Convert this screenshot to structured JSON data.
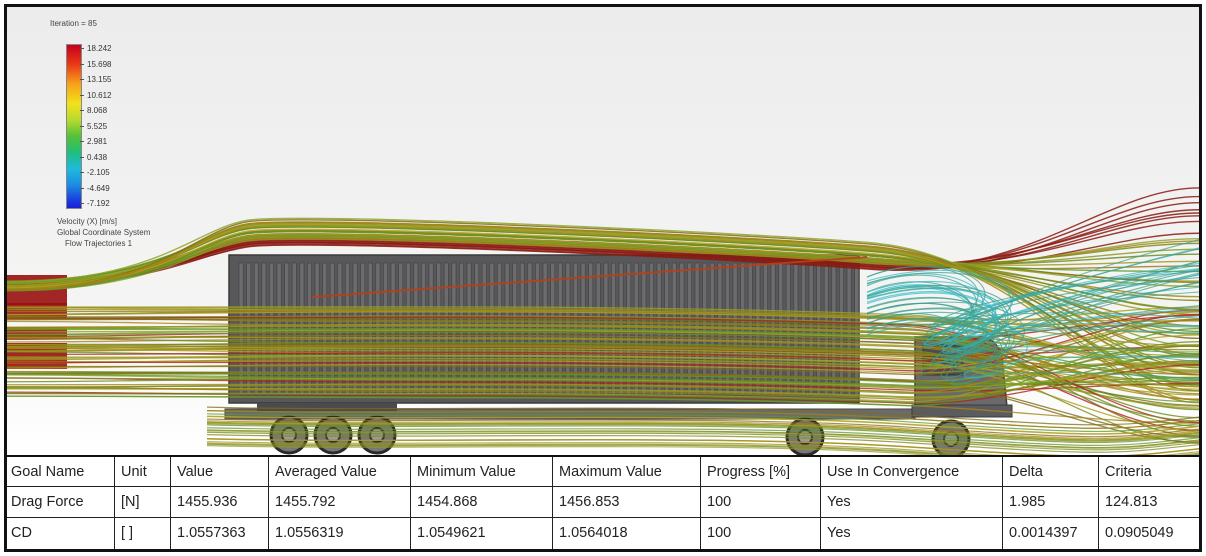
{
  "legend": {
    "iteration": "Iteration = 85",
    "ticks": [
      "18.242",
      "15.698",
      "13.155",
      "10.612",
      "8.068",
      "5.525",
      "2.981",
      "0.438",
      "-2.105",
      "-4.649",
      "-7.192"
    ],
    "variable": "Velocity (X) [m/s]",
    "coordinate_system": "Global Coordinate System",
    "plot_name": "Flow Trajectories 1"
  },
  "colors": {
    "high": "#c8001c",
    "mid": "#f2e21b",
    "low": "#1a1fd6",
    "trailer": "#5a5a5c",
    "background": "#f0f0f0"
  },
  "table": {
    "headers": [
      "Goal Name",
      "Unit",
      "Value",
      "Averaged Value",
      "Minimum Value",
      "Maximum Value",
      "Progress [%]",
      "Use In Convergence",
      "Delta",
      "Criteria"
    ],
    "rows": [
      [
        "Drag Force",
        "[N]",
        "1455.936",
        "1455.792",
        "1454.868",
        "1456.853",
        "100",
        "Yes",
        "1.985",
        "124.813"
      ],
      [
        "CD",
        "[ ]",
        "1.0557363",
        "1.0556319",
        "1.0549621",
        "1.0564018",
        "100",
        "Yes",
        "0.0014397",
        "0.0905049"
      ]
    ]
  }
}
